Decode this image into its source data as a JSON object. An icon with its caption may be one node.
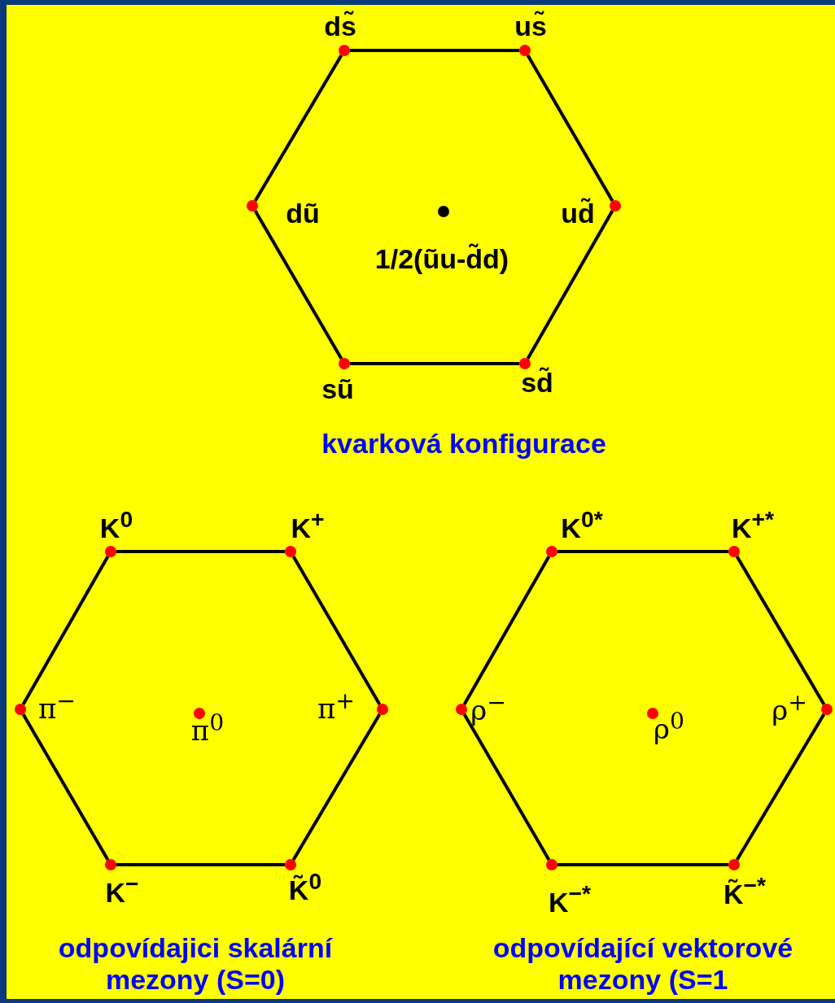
{
  "diagram": {
    "nodes": [
      {
        "text": [],
        "shape": "circle",
        "beside": [
          "ds̃"
        ]
      },
      {
        "text": [],
        "shape": "circle",
        "beside": [
          "us̃"
        ]
      },
      {
        "text": [],
        "shape": "circle",
        "beside": [
          "dũ"
        ]
      },
      {
        "text": [],
        "shape": "circle",
        "beside": [
          "1/2(ũu-d̃d)"
        ]
      },
      {
        "text": [],
        "shape": "circle",
        "beside": [
          "ud̃"
        ]
      },
      {
        "text": [],
        "shape": "circle",
        "beside": [
          "sũ"
        ]
      },
      {
        "text": [],
        "shape": "circle",
        "beside": [
          "sd̃"
        ]
      },
      {
        "text": [],
        "shape": "circle",
        "beside": [
          "K$^{0}$"
        ]
      },
      {
        "text": [],
        "shape": "circle",
        "beside": [
          "K$^{+}$"
        ]
      },
      {
        "text": [],
        "shape": "circle",
        "beside": [
          "π$^{−}$"
        ]
      },
      {
        "text": [],
        "shape": "circle",
        "beside": [
          "π$^{0}$"
        ]
      },
      {
        "text": [],
        "shape": "circle",
        "beside": [
          "π$^{+}$"
        ]
      },
      {
        "text": [],
        "shape": "circle",
        "beside": [
          "K$^{−}$"
        ]
      },
      {
        "text": [],
        "shape": "circle",
        "beside": [
          "K̃$^{0}$"
        ]
      },
      {
        "text": [],
        "shape": "circle",
        "beside": [
          "K$^{0*}$"
        ]
      },
      {
        "text": [],
        "shape": "circle",
        "beside": [
          "K$^{+*}$"
        ]
      },
      {
        "text": [],
        "shape": "circle",
        "beside": [
          "ρ$^{−}$"
        ]
      },
      {
        "text": [],
        "shape": "circle",
        "beside": [
          "ρ$^{0}$"
        ]
      },
      {
        "text": [],
        "shape": "circle",
        "beside": [
          "ρ$^{+}$"
        ]
      },
      {
        "text": [],
        "shape": "circle",
        "beside": [
          "K$^{−*}$"
        ]
      },
      {
        "text": [],
        "shape": "circle",
        "beside": [
          "K̃$^{−*}$"
        ]
      }
    ],
    "edges": [
      {
        "from": 0,
        "to": 1,
        "arrow": "none"
      },
      {
        "from": 1,
        "to": 4,
        "arrow": "none"
      },
      {
        "from": 4,
        "to": 6,
        "arrow": "none"
      },
      {
        "from": 6,
        "to": 5,
        "arrow": "none"
      },
      {
        "from": 5,
        "to": 2,
        "arrow": "none"
      },
      {
        "from": 2,
        "to": 0,
        "arrow": "none"
      },
      {
        "from": 7,
        "to": 8,
        "arrow": "none"
      },
      {
        "from": 8,
        "to": 11,
        "arrow": "none"
      },
      {
        "from": 11,
        "to": 13,
        "arrow": "none"
      },
      {
        "from": 13,
        "to": 12,
        "arrow": "none"
      },
      {
        "from": 12,
        "to": 9,
        "arrow": "none"
      },
      {
        "from": 9,
        "to": 7,
        "arrow": "none"
      },
      {
        "from": 14,
        "to": 15,
        "arrow": "none"
      },
      {
        "from": 15,
        "to": 18,
        "arrow": "none"
      },
      {
        "from": 18,
        "to": 20,
        "arrow": "none"
      },
      {
        "from": 20,
        "to": 19,
        "arrow": "none"
      },
      {
        "from": 19,
        "to": 16,
        "arrow": "none"
      },
      {
        "from": 16,
        "to": 14,
        "arrow": "none"
      }
    ],
    "labels": [
      "kvarková konfigurace",
      "odpovídajici skalární mezony (S=0)",
      "odpovídající vektorové mezony (S=1"
    ]
  }
}
